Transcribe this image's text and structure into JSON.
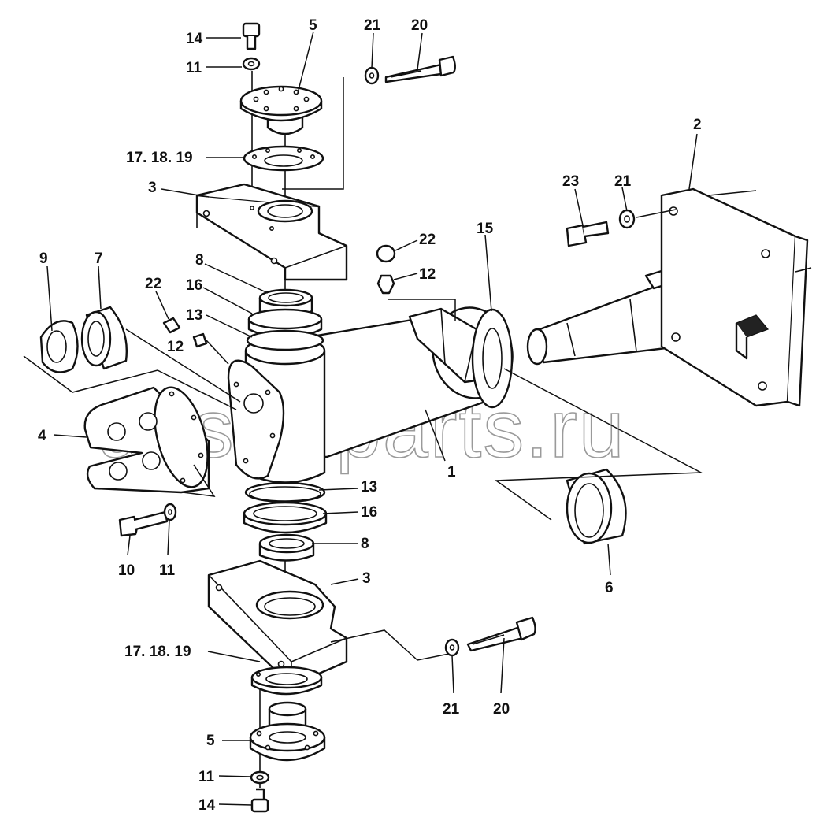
{
  "watermark": "ansat-parts.ru",
  "labels": {
    "l14_top": "14",
    "l11_top": "11",
    "l5_top": "5",
    "l21_top": "21",
    "l20_top": "20",
    "l1719_top": "17. 18. 19",
    "l3_top": "3",
    "l2": "2",
    "l23": "23",
    "l21_right": "21",
    "l22_right": "22",
    "l15": "15",
    "l12_right": "12",
    "l9": "9",
    "l7": "7",
    "l8_top": "8",
    "l22_left": "22",
    "l16_top": "16",
    "l13_top": "13",
    "l12_left": "12",
    "l4": "4",
    "l1": "1",
    "l13_bottom": "13",
    "l16_bottom": "16",
    "l8_bottom": "8",
    "l10": "10",
    "l11_left": "11",
    "l6": "6",
    "l3_bottom": "3",
    "l1719_bottom": "17. 18. 19",
    "l21_bottom": "21",
    "l20_bottom": "20",
    "l5_bottom": "5",
    "l11_bottom": "11",
    "l14_bottom": "14"
  }
}
